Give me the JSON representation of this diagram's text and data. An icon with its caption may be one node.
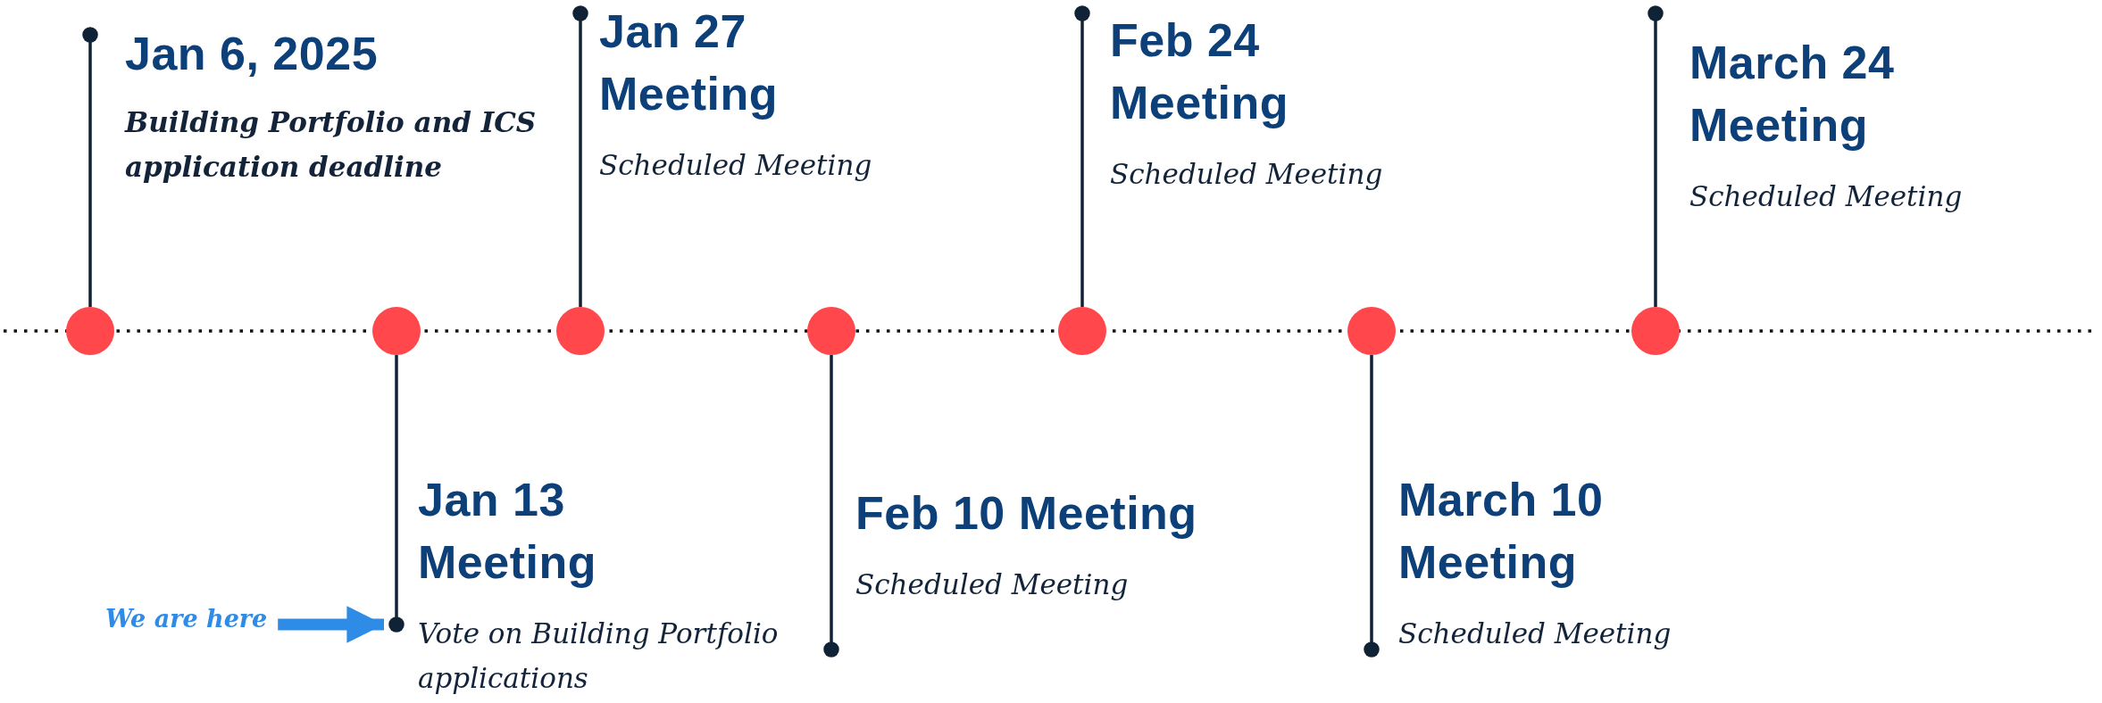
{
  "diagram": {
    "nodes": [
      {
        "text": [],
        "shape": "circle"
      },
      {
        "text": [],
        "shape": "circle"
      },
      {
        "text": [],
        "shape": "circle"
      },
      {
        "text": [],
        "shape": "circle"
      },
      {
        "text": [],
        "shape": "circle"
      },
      {
        "text": [],
        "shape": "circle"
      },
      {
        "text": [],
        "shape": "circle"
      },
      {
        "text": [
          "Jan 6, 2025",
          "Building Portfolio and ICS application deadline"
        ]
      },
      {
        "text": [
          "Jan 13 Meeting",
          "Vote on Building Portfolio applications"
        ]
      },
      {
        "text": [
          "Jan 27 Meeting",
          "Scheduled Meeting"
        ]
      },
      {
        "text": [
          "Feb 10 Meeting",
          "Scheduled Meeting"
        ]
      },
      {
        "text": [
          "Feb 24 Meeting",
          "Scheduled Meeting"
        ]
      },
      {
        "text": [
          "March 10 Meeting",
          "Scheduled Meeting"
        ]
      },
      {
        "text": [
          "March 24 Meeting",
          "Scheduled Meeting"
        ]
      },
      {
        "text": [
          "We are here"
        ]
      }
    ],
    "edges": [
      {
        "from": 0,
        "to": 7,
        "arrow": "other"
      },
      {
        "from": 1,
        "to": 8,
        "arrow": "other"
      },
      {
        "from": 2,
        "to": 9,
        "arrow": "other"
      },
      {
        "from": 3,
        "to": 10,
        "arrow": "other"
      },
      {
        "from": 4,
        "to": 11,
        "arrow": "other"
      },
      {
        "from": 5,
        "to": 12,
        "arrow": "other"
      },
      {
        "from": 6,
        "to": 13,
        "arrow": "other"
      },
      {
        "from": 14,
        "to": 8,
        "arrow": "to",
        "style": "thick",
        "color": "#2e8be6"
      }
    ]
  }
}
